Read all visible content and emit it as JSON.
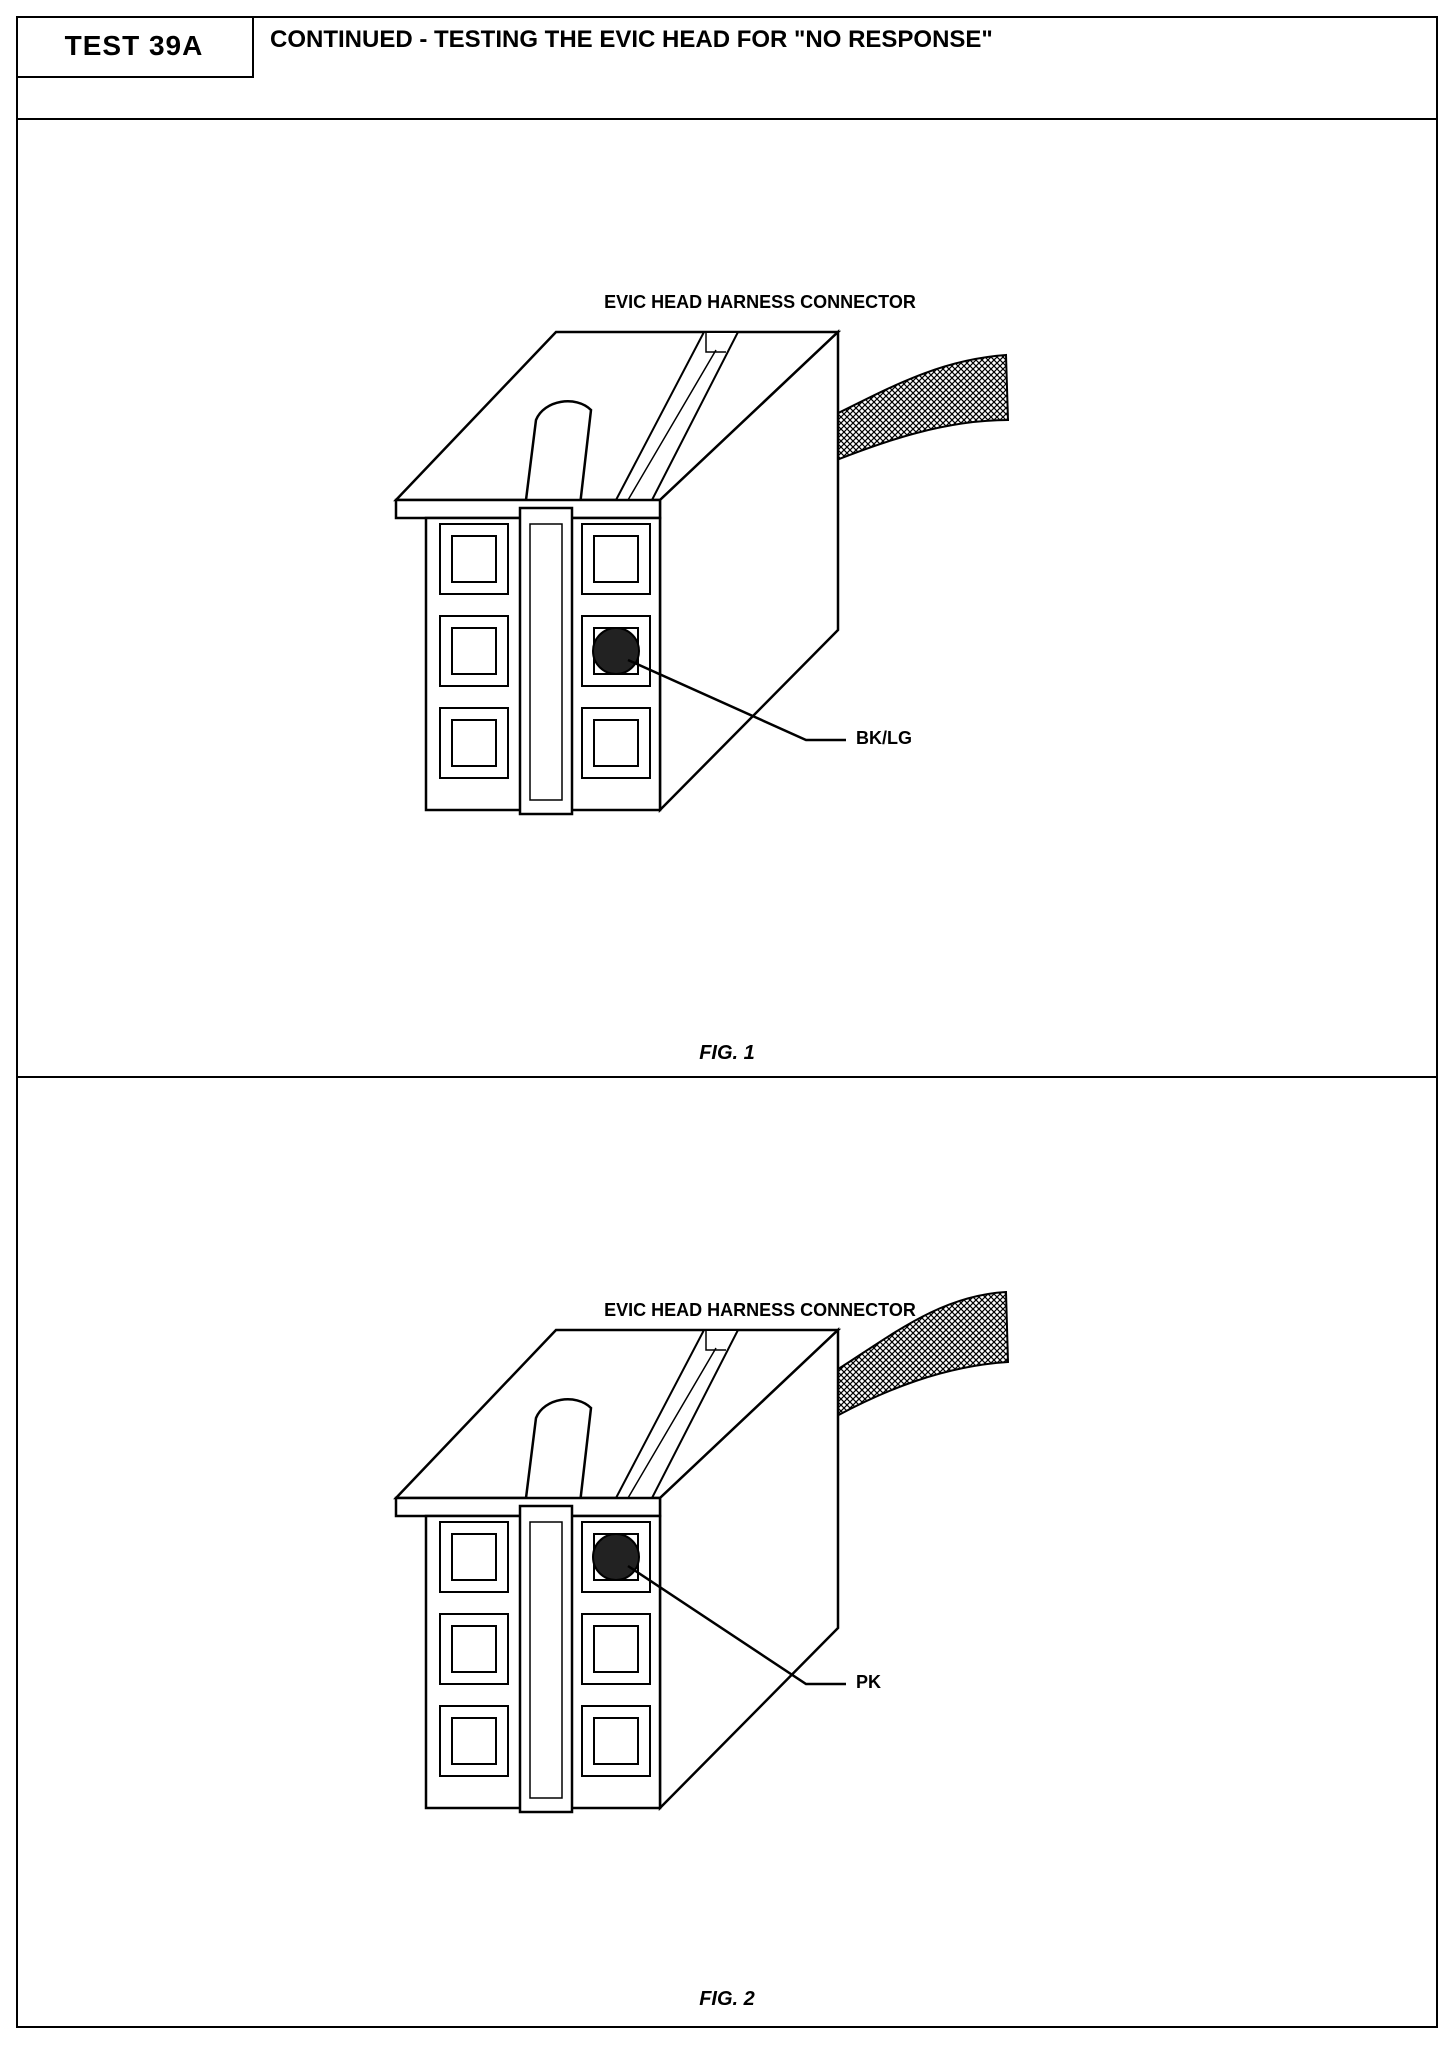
{
  "header": {
    "test_label": "TEST 39A",
    "title": "CONTINUED - TESTING THE EVIC HEAD FOR \"NO RESPONSE\""
  },
  "figures": [
    {
      "connector_title": "EVIC HEAD HARNESS CONNECTOR",
      "wire_label": "BK/LG",
      "caption": "FIG. 1",
      "highlight_cavity": "middle-right"
    },
    {
      "connector_title": "EVIC HEAD HARNESS CONNECTOR",
      "wire_label": "PK",
      "caption": "FIG. 2",
      "highlight_cavity": "top-right"
    }
  ]
}
